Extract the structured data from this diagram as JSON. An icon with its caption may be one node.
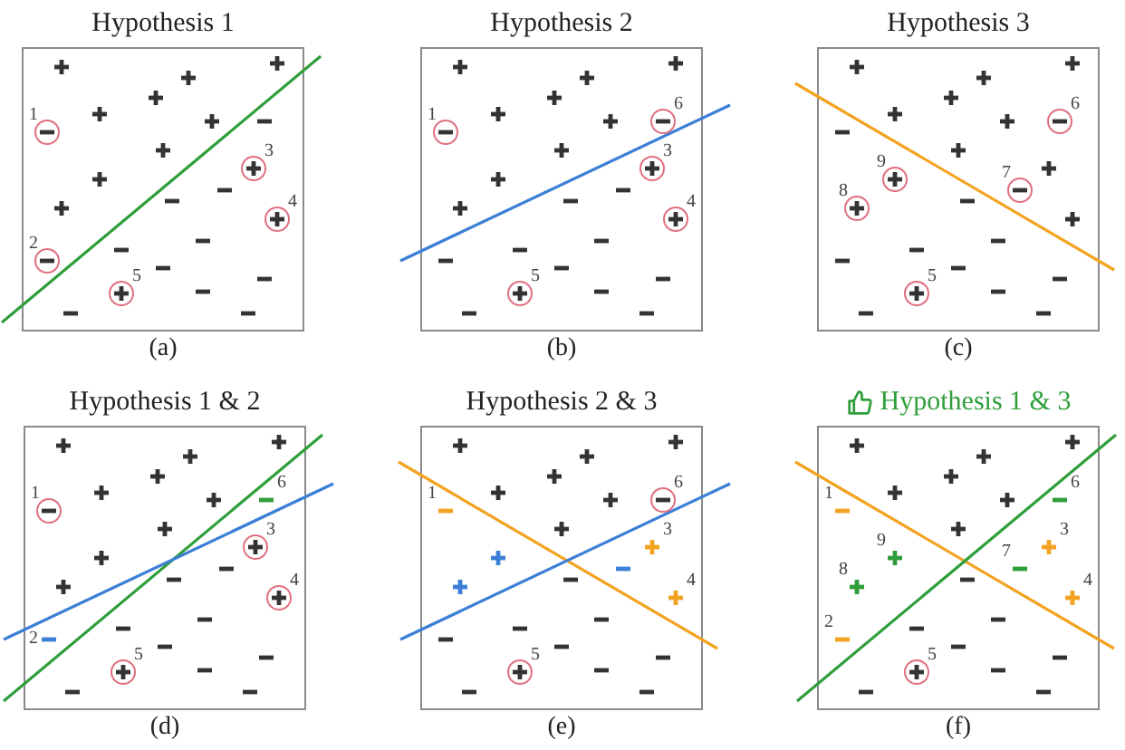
{
  "diagram": {
    "nodes": [
      {
        "text": [
          "Hypothesis 1"
        ],
        "beside": [
          "(a)"
        ]
      },
      {
        "text": [
          "Hypothesis 2"
        ],
        "beside": [
          "(b)"
        ]
      },
      {
        "text": [
          "Hypothesis 3"
        ],
        "beside": [
          "(c)"
        ]
      },
      {
        "text": [
          "Hypothesis 1 & 2"
        ],
        "beside": [
          "(d)"
        ]
      },
      {
        "text": [
          "Hypothesis 2 & 3"
        ],
        "beside": [
          "(e)"
        ]
      },
      {
        "text": [
          "Hypothesis 1 & 3"
        ],
        "beside": [
          "(f)"
        ]
      }
    ],
    "labels": [
      "1",
      "3",
      "4",
      "2",
      "5",
      "6",
      "1",
      "3",
      "4",
      "5",
      "6",
      "9",
      "7",
      "8",
      "5",
      "1",
      "6",
      "3",
      "4",
      "2",
      "5",
      "1",
      "6",
      "3",
      "4",
      "5",
      "1",
      "6",
      "9",
      "3",
      "7",
      "8",
      "4",
      "2",
      "5"
    ]
  }
}
